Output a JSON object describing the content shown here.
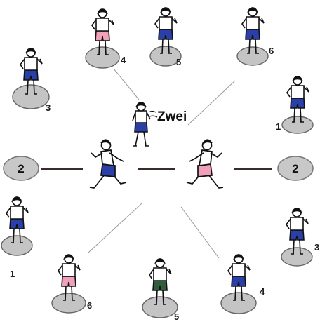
{
  "speech_text": "Zwei",
  "colors": {
    "shorts_blue": "#2b3fa8",
    "shorts_pink": "#f0a0b8",
    "shorts_green": "#2f5e3c",
    "disc": "#c4c4c4",
    "big_disc": "#c8c8c8"
  },
  "end_labels": {
    "left": "2",
    "right": "2"
  },
  "standers": [
    {
      "label": "4",
      "shorts": "pink"
    },
    {
      "label": "5",
      "shorts": "blue"
    },
    {
      "label": "6",
      "shorts": "blue"
    },
    {
      "label": "3",
      "shorts": "blue"
    },
    {
      "label": "1",
      "shorts": "blue"
    },
    {
      "label": "1",
      "shorts": "blue"
    },
    {
      "label": "3",
      "shorts": "blue"
    },
    {
      "label": "6",
      "shorts": "pink"
    },
    {
      "label": "5",
      "shorts": "green"
    },
    {
      "label": "4",
      "shorts": "blue"
    }
  ],
  "runners": [
    {
      "shorts": "blue"
    },
    {
      "shorts": "pink"
    }
  ],
  "caller": {
    "shorts": "blue"
  }
}
